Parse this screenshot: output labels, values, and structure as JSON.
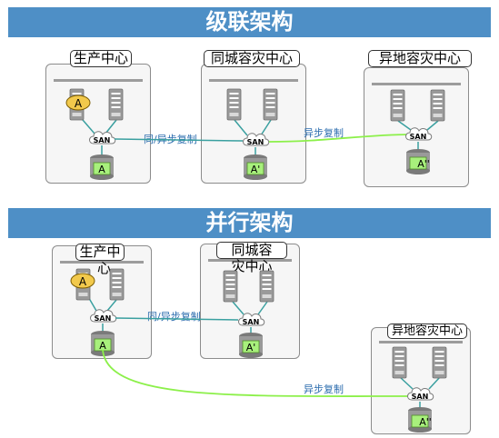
{
  "cascade": {
    "title": "级联架构",
    "sites": {
      "production": "生产中心",
      "same_city": "同城容灾中心",
      "remote": "异地容灾中心"
    },
    "links": {
      "production_to_same_city": "同/异步复制",
      "same_city_to_remote": "异步复制"
    }
  },
  "parallel": {
    "title": "并行架构",
    "sites": {
      "production_line1": "生产中",
      "production_line2": "心",
      "same_city_line1": "同城容",
      "same_city_line2": "灾中心",
      "remote": "异地容灾中心"
    },
    "links": {
      "production_to_same_city": "同/异步复制",
      "production_to_remote": "异步复制"
    }
  },
  "nodes": {
    "san": "SAN",
    "app": "A",
    "lun_primary": "A",
    "lun_copy": "A'",
    "lun_copy2": "A''"
  },
  "colors": {
    "banner": "#4e8fc6",
    "sync_line": "#3aa0a0",
    "async_line": "#8cf04a",
    "app_badge": "#f2c94c",
    "storage_green": "#a8f07c"
  }
}
